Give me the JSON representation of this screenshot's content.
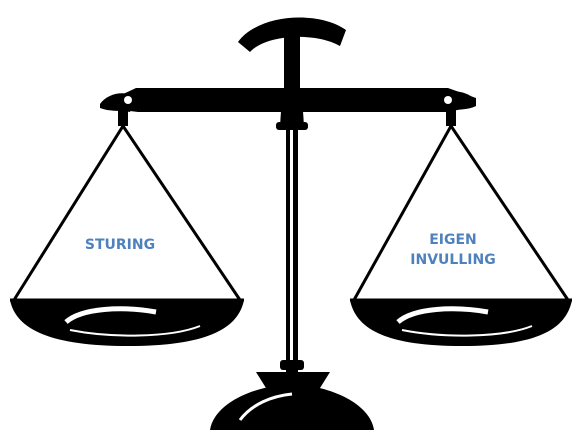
{
  "scale": {
    "left_pan": {
      "label": "STURING"
    },
    "right_pan": {
      "label_line1": "EIGEN",
      "label_line2": "INVULLING"
    }
  },
  "colors": {
    "ink": "#000000",
    "label_blue": "#4f81bd",
    "background": "#ffffff"
  }
}
